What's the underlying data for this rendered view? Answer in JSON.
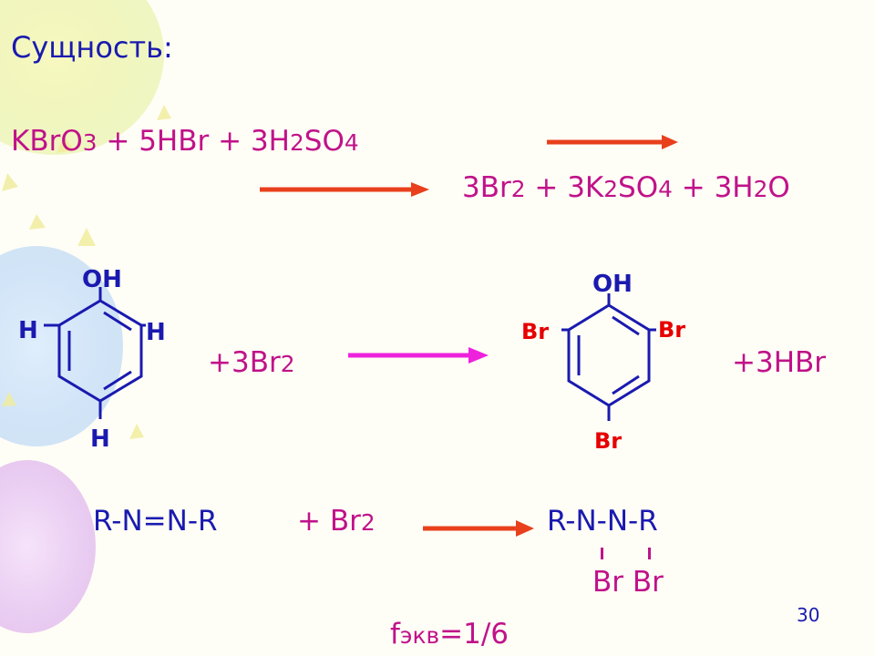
{
  "heading": "Сущность:",
  "reaction1": {
    "lhs": {
      "a": "KBrO",
      "a_sub": "3",
      "b": " + 5HBr + 3H",
      "b_sub": "2",
      "c": "SO",
      "c_sub": "4"
    },
    "rhs": {
      "a": "3Br",
      "a_sub": "2",
      "b": " + 3K",
      "b_sub": "2",
      "c": "SO",
      "c_sub": "4",
      "d": " + 3H",
      "d_sub": "2",
      "e": "O"
    }
  },
  "reaction2": {
    "phenol": {
      "oh": "OH",
      "h_left": "H",
      "h_right": "H",
      "h_bottom": "H"
    },
    "reagent": "+3Br",
    "reagent_sub": "2",
    "product": {
      "oh": "OH",
      "br_left": "Br",
      "br_right": "Br",
      "br_bottom": "Br"
    },
    "byproduct": "+3HBr"
  },
  "reaction3": {
    "lhs": "R-N=N-R",
    "reagent": "+ Br",
    "reagent_sub": "2",
    "product": "R-N-N-R",
    "product_br": "Br Br"
  },
  "equivalence": {
    "f": "f",
    "f_sub": "экв",
    "value": "=1/6"
  },
  "page_number": "30",
  "colors": {
    "blue": "#1a1ab0",
    "magenta": "#c0128a",
    "red_arrow": "#e8401c",
    "pink_arrow": "#ee22dd",
    "bond": "#1a1ab0",
    "br_red": "#e60000"
  }
}
